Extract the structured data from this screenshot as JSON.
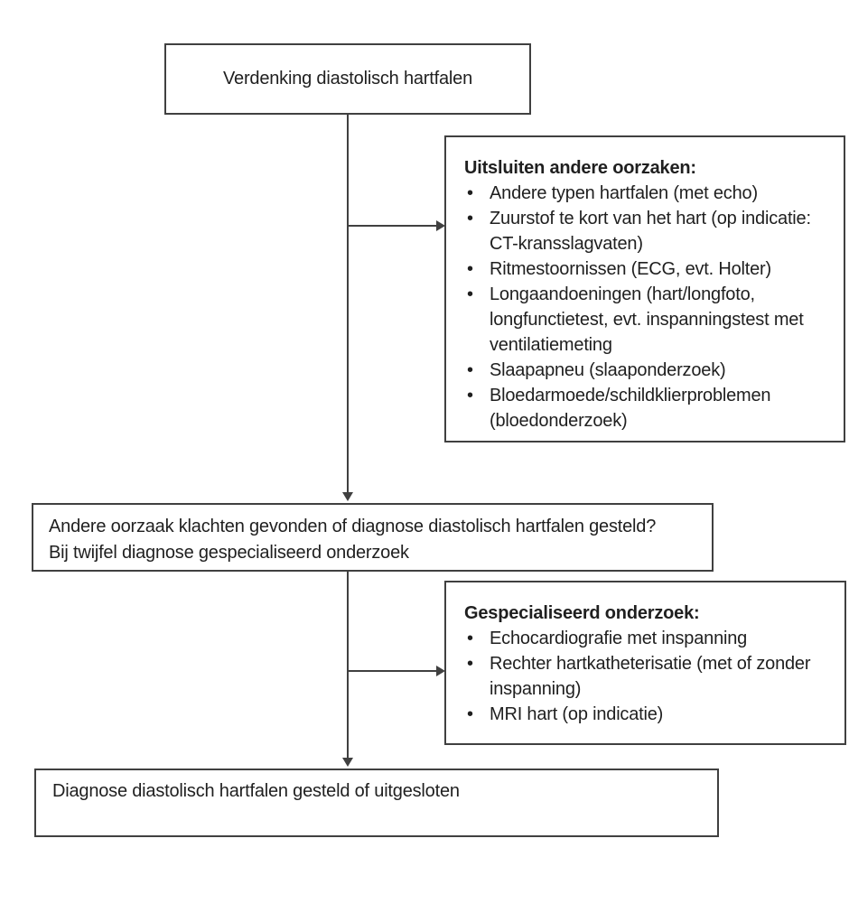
{
  "page": {
    "background_color": "#ffffff",
    "border_color": "#404040",
    "text_color": "#1f1f1f"
  },
  "flowchart": {
    "nodes": {
      "start": {
        "label": "Verdenking diastolisch hartfalen"
      },
      "exclude_box": {
        "heading": "Uitsluiten andere oorzaken:",
        "bullets": [
          "Andere typen hartfalen (met echo)",
          "Zuurstof te kort van het hart (op indicatie: CT-kransslagvaten)",
          "Ritmestoornissen (ECG, evt. Holter)",
          "Longaandoeningen (hart/longfoto, longfunctietest, evt. inspanningstest met ventilatiemeting",
          "Slaapapneu (slaaponderzoek)",
          "Bloedarmoede/schildklierproblemen (bloedonderzoek)"
        ]
      },
      "decision": {
        "lines": [
          "Andere oorzaak klachten gevonden of diagnose diastolisch hartfalen gesteld?",
          "Bij twijfel diagnose gespecialiseerd onderzoek"
        ]
      },
      "specialized_box": {
        "heading": "Gespecialiseerd onderzoek:",
        "bullets": [
          "Echocardiografie met inspanning",
          "Rechter hartkatheterisatie (met of zonder inspanning)",
          "MRI hart (op indicatie)"
        ]
      },
      "end": {
        "label": "Diagnose diastolisch hartfalen gesteld of uitgesloten"
      }
    },
    "edges": [
      {
        "from": "start",
        "to": "decision",
        "arrow": "down"
      },
      {
        "from": "start-decision-line",
        "to": "exclude_box",
        "arrow": "right"
      },
      {
        "from": "decision",
        "to": "end",
        "arrow": "down"
      },
      {
        "from": "decision-end-line",
        "to": "specialized_box",
        "arrow": "right"
      }
    ]
  }
}
